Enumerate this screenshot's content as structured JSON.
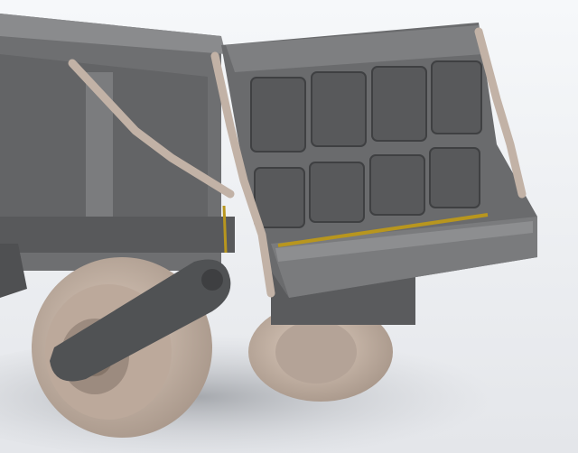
{
  "scene": {
    "subject": "dump-truck-tailgate-cad-render",
    "colors": {
      "background_top": "#f4f6f8",
      "background_bottom": "#dfe2e6",
      "body": "#6e6f71",
      "body_dark": "#4f5052",
      "body_light": "#8a8b8d",
      "panel": "#58595b",
      "wheel": "#c9b8aa",
      "wheel_dark": "#9c8b7f",
      "link": "#c2b2a6",
      "arm": "#505254",
      "rod": "#b8961e"
    },
    "parts": [
      "dump-body",
      "tailgate",
      "tailgate-panels",
      "support-links",
      "rear-wheels",
      "swing-arm",
      "latch-rod"
    ]
  }
}
